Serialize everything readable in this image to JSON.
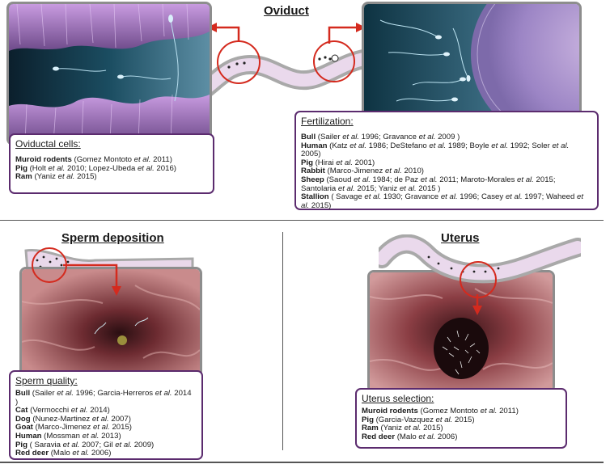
{
  "sections": {
    "oviduct": {
      "title": "Oviduct",
      "oviductal_cells": {
        "title": "Oviductal cells:",
        "refs": [
          [
            {
              "t": "Muroid rodents",
              "s": "b"
            },
            {
              "t": " (Gomez Montoto "
            },
            {
              "t": "et al.",
              "s": "i"
            },
            {
              "t": " 2011)"
            }
          ],
          [
            {
              "t": "Pig",
              "s": "b"
            },
            {
              "t": " (Holt "
            },
            {
              "t": "et al.",
              "s": "i"
            },
            {
              "t": " 2010; Lopez-Ubeda "
            },
            {
              "t": "et al.",
              "s": "i"
            },
            {
              "t": " 2016)"
            }
          ],
          [
            {
              "t": "Ram",
              "s": "b"
            },
            {
              "t": " (Yaniz "
            },
            {
              "t": "et al.",
              "s": "i"
            },
            {
              "t": " 2015)"
            }
          ]
        ]
      },
      "fertilization": {
        "title": "Fertilization:",
        "refs": [
          [
            {
              "t": "Bull",
              "s": "b"
            },
            {
              "t": " (Sailer "
            },
            {
              "t": "et al.",
              "s": "i"
            },
            {
              "t": " 1996; Gravance "
            },
            {
              "t": "et al.",
              "s": "i"
            },
            {
              "t": " 2009 )"
            }
          ],
          [
            {
              "t": "Human",
              "s": "b"
            },
            {
              "t": " (Katz "
            },
            {
              "t": "et al.",
              "s": "i"
            },
            {
              "t": " 1986; DeStefano "
            },
            {
              "t": "et al.",
              "s": "i"
            },
            {
              "t": " 1989; Boyle "
            },
            {
              "t": "et al.",
              "s": "i"
            },
            {
              "t": " 1992; Soler "
            },
            {
              "t": "et al.",
              "s": "i"
            },
            {
              "t": " 2005)"
            }
          ],
          [
            {
              "t": "Pig",
              "s": "b"
            },
            {
              "t": " (Hirai "
            },
            {
              "t": "et al.",
              "s": "i"
            },
            {
              "t": " 2001)"
            }
          ],
          [
            {
              "t": "Rabbit",
              "s": "b"
            },
            {
              "t": " (Marco-Jimenez "
            },
            {
              "t": "et al.",
              "s": "i"
            },
            {
              "t": " 2010)"
            }
          ],
          [
            {
              "t": "Sheep",
              "s": "b"
            },
            {
              "t": " (Saoud "
            },
            {
              "t": "et al.",
              "s": "i"
            },
            {
              "t": " 1984; de Paz "
            },
            {
              "t": "et al.",
              "s": "i"
            },
            {
              "t": " 2011; Maroto-Morales "
            },
            {
              "t": "et al.",
              "s": "i"
            },
            {
              "t": " 2015; Santolaria "
            },
            {
              "t": "et al.",
              "s": "i"
            },
            {
              "t": " 2015; Yaniz "
            },
            {
              "t": "et al.",
              "s": "i"
            },
            {
              "t": " 2015 )"
            }
          ],
          [
            {
              "t": "Stallion",
              "s": "b"
            },
            {
              "t": " ( Savage "
            },
            {
              "t": "et al.",
              "s": "i"
            },
            {
              "t": " 1930; Gravance "
            },
            {
              "t": "et al.",
              "s": "i"
            },
            {
              "t": " 1996; Casey "
            },
            {
              "t": "et al.",
              "s": "i"
            },
            {
              "t": " 1997; Waheed "
            },
            {
              "t": "et al.",
              "s": "i"
            },
            {
              "t": " 2015)"
            }
          ]
        ]
      }
    },
    "sperm_deposition": {
      "title": "Sperm deposition",
      "sperm_quality": {
        "title": "Sperm quality:",
        "refs": [
          [
            {
              "t": "Bull",
              "s": "b"
            },
            {
              "t": " (Sailer "
            },
            {
              "t": "et al.",
              "s": "i"
            },
            {
              "t": " 1996; Garcia-Herreros "
            },
            {
              "t": "et al.",
              "s": "i"
            },
            {
              "t": " 2014 )"
            }
          ],
          [
            {
              "t": "Cat",
              "s": "b"
            },
            {
              "t": " (Vermocchi "
            },
            {
              "t": "et al.",
              "s": "i"
            },
            {
              "t": " 2014)"
            }
          ],
          [
            {
              "t": "Dog",
              "s": "b"
            },
            {
              "t": " (Nunez-Martinez "
            },
            {
              "t": "et al.",
              "s": "i"
            },
            {
              "t": " 2007)"
            }
          ],
          [
            {
              "t": "Goat",
              "s": "b"
            },
            {
              "t": " (Marco-Jimenez "
            },
            {
              "t": "et al.",
              "s": "i"
            },
            {
              "t": " 2015)"
            }
          ],
          [
            {
              "t": "Human",
              "s": "b"
            },
            {
              "t": " (Mossman "
            },
            {
              "t": "et al.",
              "s": "i"
            },
            {
              "t": " 2013)"
            }
          ],
          [
            {
              "t": "Pig",
              "s": "b"
            },
            {
              "t": " ( Saravia "
            },
            {
              "t": "et al.",
              "s": "i"
            },
            {
              "t": " 2007; Gil "
            },
            {
              "t": "et al.",
              "s": "i"
            },
            {
              "t": " 2009)"
            }
          ],
          [
            {
              "t": "Red deer",
              "s": "b"
            },
            {
              "t": " (Malo "
            },
            {
              "t": "et al.",
              "s": "i"
            },
            {
              "t": " 2006)"
            }
          ]
        ]
      }
    },
    "uterus": {
      "title": "Uterus",
      "uterus_selection": {
        "title": "Uterus selection:",
        "refs": [
          [
            {
              "t": "Muroid rodents",
              "s": "b"
            },
            {
              "t": " (Gomez Montoto "
            },
            {
              "t": "et al.",
              "s": "i"
            },
            {
              "t": " 2011)"
            }
          ],
          [
            {
              "t": "Pig",
              "s": "b"
            },
            {
              "t": " (Garcia-Vazquez "
            },
            {
              "t": "et al.",
              "s": "i"
            },
            {
              "t": " 2015)"
            }
          ],
          [
            {
              "t": "Ram",
              "s": "b"
            },
            {
              "t": " (Yaniz "
            },
            {
              "t": "et al.",
              "s": "i"
            },
            {
              "t": " 2015)"
            }
          ],
          [
            {
              "t": "Red deer",
              "s": "b"
            },
            {
              "t": " (Malo "
            },
            {
              "t": "et al.",
              "s": "i"
            },
            {
              "t": " 2006)"
            }
          ]
        ]
      }
    }
  },
  "colors": {
    "box_border": "#5b2b6e",
    "arrow": "#d42a1e",
    "photo_frame": "#8d8d8d",
    "tract_fill": "#e9d8ea"
  }
}
